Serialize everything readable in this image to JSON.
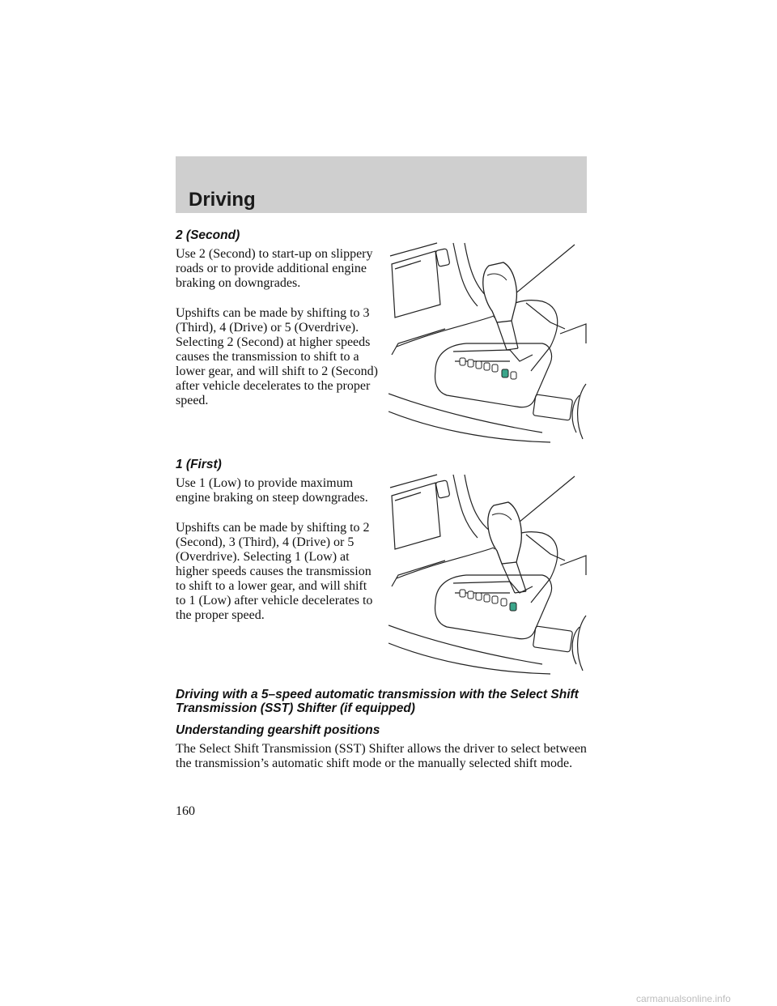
{
  "header": {
    "title": "Driving"
  },
  "section_second": {
    "heading": "2 (Second)",
    "p1": "Use 2 (Second) to start-up on slippery roads or to provide additional engine braking on downgrades.",
    "p2": "Upshifts can be made by shifting to 3 (Third), 4 (Drive) or 5 (Overdrive). Selecting 2 (Second) at higher speeds causes the transmission to shift to a lower gear, and will shift to 2 (Second) after vehicle decelerates to the proper speed."
  },
  "section_first": {
    "heading": "1 (First)",
    "p1": "Use 1 (Low) to provide maximum engine braking on steep downgrades.",
    "p2": "Upshifts can be made by shifting to 2 (Second), 3 (Third), 4 (Drive) or 5 (Overdrive). Selecting 1 (Low) at higher speeds causes the transmission to shift to a lower gear, and will shift to 1 (Low) after vehicle decelerates to the proper speed."
  },
  "section_sst": {
    "heading": "Driving with a 5–speed automatic transmission with the Select Shift Transmission (SST) Shifter (if equipped)",
    "subheading": "Understanding gearshift positions",
    "p1": "The Select Shift Transmission (SST) Shifter allows the driver to select between the transmission’s automatic shift mode or the manually selected shift mode."
  },
  "page_number": "160",
  "footer": {
    "text": "carmanualsonline.info"
  },
  "colors": {
    "header_band": "#cfcfcf",
    "indicator_highlight": "#3aa58a"
  }
}
